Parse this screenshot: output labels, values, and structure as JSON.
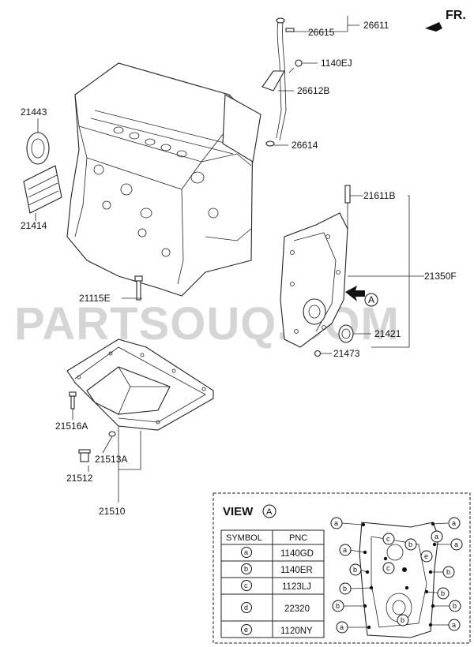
{
  "orientation": {
    "label": "FR."
  },
  "watermark": "PARTSOUQ.COM",
  "callouts": {
    "p26611": "26611",
    "p26615": "26615",
    "p1140EJ": "1140EJ",
    "p26612B": "26612B",
    "p26614": "26614",
    "p21443": "21443",
    "p21414": "21414",
    "p21611B": "21611B",
    "p21350F": "21350F",
    "p21115E": "21115E",
    "p21421": "21421",
    "p21473": "21473",
    "p21516A": "21516A",
    "p21513A": "21513A",
    "p21512": "21512",
    "p21510": "21510",
    "view_ref": "A"
  },
  "view": {
    "title": "VIEW",
    "ref": "A",
    "table": {
      "headers": [
        "SYMBOL",
        "PNC"
      ],
      "rows": [
        {
          "symbol": "a",
          "pnc": "1140GD"
        },
        {
          "symbol": "b",
          "pnc": "1140ER"
        },
        {
          "symbol": "c",
          "pnc": "1123LJ"
        },
        {
          "symbol": "d",
          "pnc": "22320"
        },
        {
          "symbol": "e",
          "pnc": "1120NY"
        }
      ]
    }
  }
}
